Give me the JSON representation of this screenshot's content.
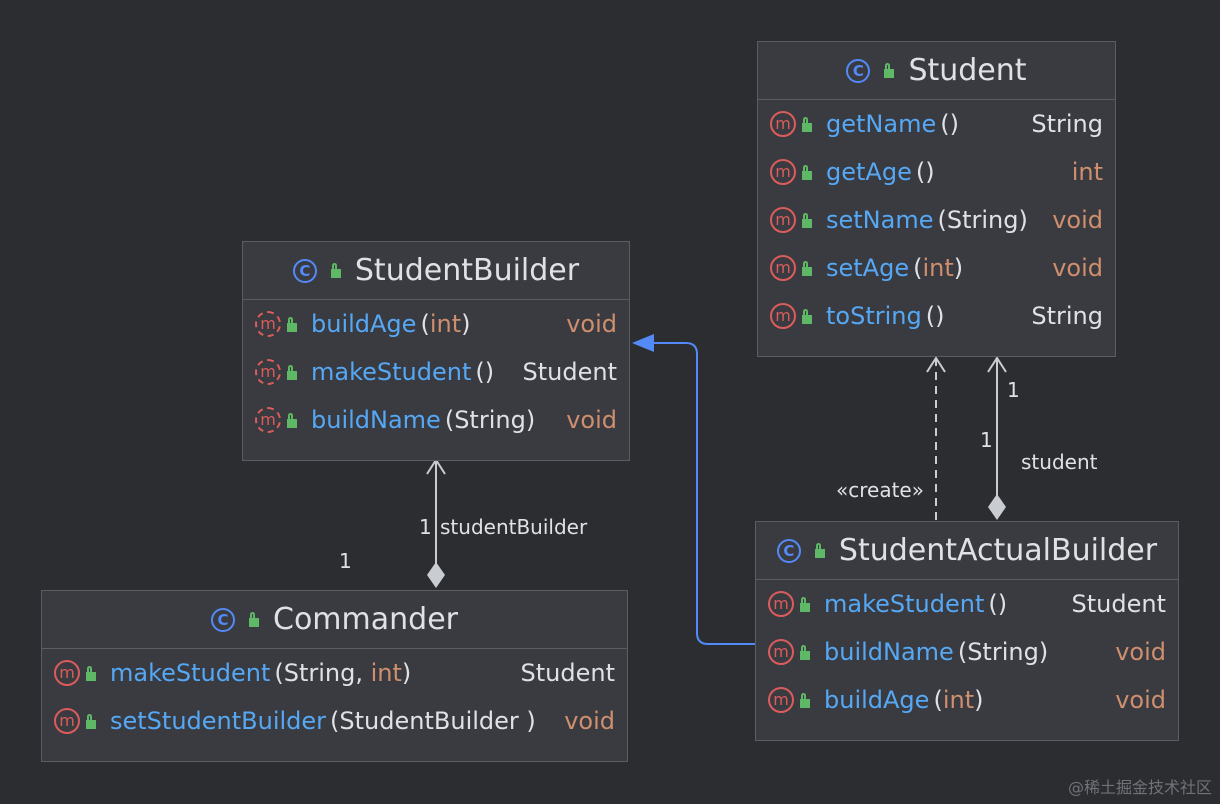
{
  "classes": {
    "student": {
      "name": "Student",
      "methods": [
        {
          "name": "getName",
          "params": "()",
          "return": "String"
        },
        {
          "name": "getAge",
          "params": "()",
          "return": "int"
        },
        {
          "name": "setName",
          "params": "(String)",
          "return": "void"
        },
        {
          "name": "setAge",
          "params": "(int)",
          "return": "void"
        },
        {
          "name": "toString",
          "params": "()",
          "return": "String"
        }
      ]
    },
    "student_builder": {
      "name": "StudentBuilder",
      "methods": [
        {
          "name": "buildAge",
          "params": "(int)",
          "return": "void"
        },
        {
          "name": "makeStudent",
          "params": "()",
          "return": "Student"
        },
        {
          "name": "buildName",
          "params": "(String)",
          "return": "void"
        }
      ]
    },
    "commander": {
      "name": "Commander",
      "methods": [
        {
          "name": "makeStudent",
          "params": "(String, int)",
          "return": "Student"
        },
        {
          "name": "setStudentBuilder",
          "params": "(StudentBuilder )",
          "return": "void"
        }
      ]
    },
    "student_actual_builder": {
      "name": "StudentActualBuilder",
      "methods": [
        {
          "name": "makeStudent",
          "params": "()",
          "return": "Student"
        },
        {
          "name": "buildName",
          "params": "(String)",
          "return": "void"
        },
        {
          "name": "buildAge",
          "params": "(int)",
          "return": "void"
        }
      ]
    }
  },
  "icons": {
    "class": "C",
    "method": "m"
  },
  "edges": {
    "create_label": "«create»",
    "student_mult_top": "1",
    "student_mult_bottom": "1",
    "student_role": "student",
    "builder_mult_near": "1",
    "builder_role": "studentBuilder",
    "builder_mult_far": "1"
  },
  "watermark": "@稀土掘金技术社区",
  "colors": {
    "background": "#2b2d30",
    "box": "#393b40",
    "method_name": "#56a8f5",
    "primitive": "#cf8e6d",
    "inheritance": "#548af7",
    "connector": "#c9ccd1"
  }
}
